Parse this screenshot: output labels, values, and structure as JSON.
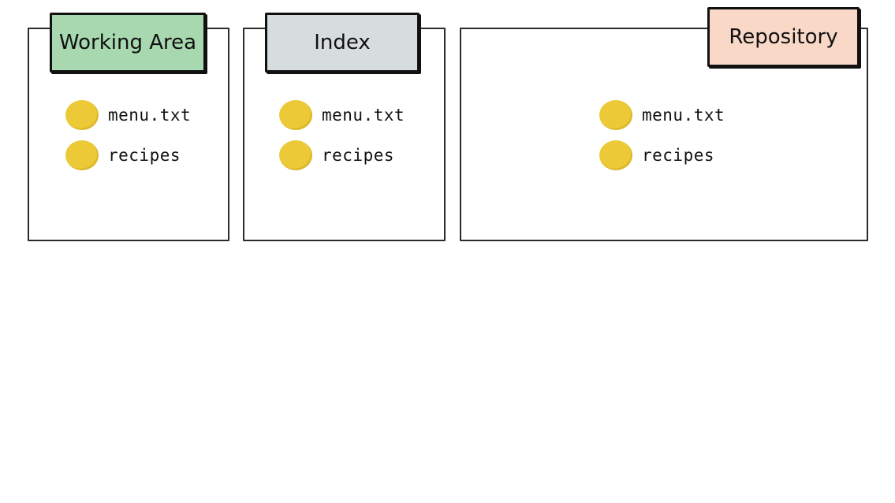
{
  "colors": {
    "working_area": "#a8d8b0",
    "index": "#d7dcdf",
    "repository": "#f9d8c8",
    "file_dot": "#ecc936",
    "stroke": "#111111"
  },
  "icon": "file-dot-icon",
  "areas": [
    {
      "title": "Working Area",
      "files": [
        "menu.txt",
        "recipes"
      ]
    },
    {
      "title": "Index",
      "files": [
        "menu.txt",
        "recipes"
      ]
    },
    {
      "title": "Repository",
      "files": [
        "menu.txt",
        "recipes"
      ]
    }
  ]
}
